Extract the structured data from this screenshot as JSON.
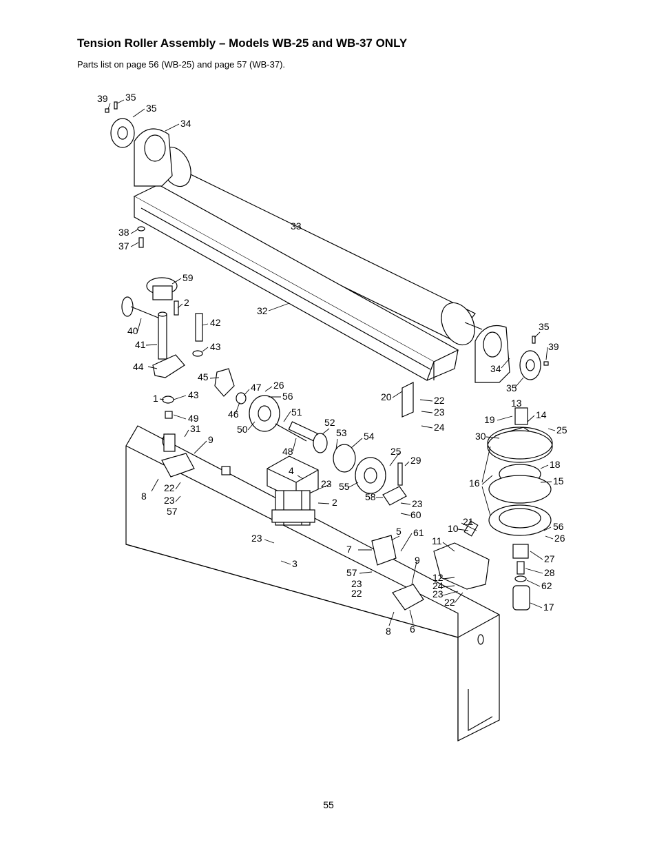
{
  "header": {
    "title": "Tension Roller Assembly – Models WB-25 and WB-37 ONLY",
    "subtitle": "Parts list on page 56 (WB-25) and page 57 (WB-37)."
  },
  "diagram": {
    "callouts": [
      "39",
      "35",
      "35",
      "34",
      "33",
      "38",
      "37",
      "32",
      "59",
      "2",
      "42",
      "43",
      "40",
      "41",
      "44",
      "1",
      "43",
      "49",
      "45",
      "47",
      "26",
      "56",
      "46",
      "51",
      "50",
      "48",
      "52",
      "53",
      "54",
      "20",
      "22",
      "23",
      "24",
      "13",
      "19",
      "14",
      "25",
      "30",
      "18",
      "15",
      "16",
      "31",
      "9",
      "8",
      "22",
      "23",
      "57",
      "4",
      "23",
      "2",
      "55",
      "25",
      "29",
      "58",
      "23",
      "60",
      "21",
      "10",
      "56",
      "26",
      "11",
      "27",
      "28",
      "62",
      "17",
      "23",
      "3",
      "5",
      "61",
      "7",
      "9",
      "57",
      "23",
      "22",
      "12",
      "24",
      "23",
      "22",
      "8",
      "6",
      "35",
      "39",
      "34",
      "35"
    ]
  },
  "footer": {
    "page_number": "55"
  }
}
